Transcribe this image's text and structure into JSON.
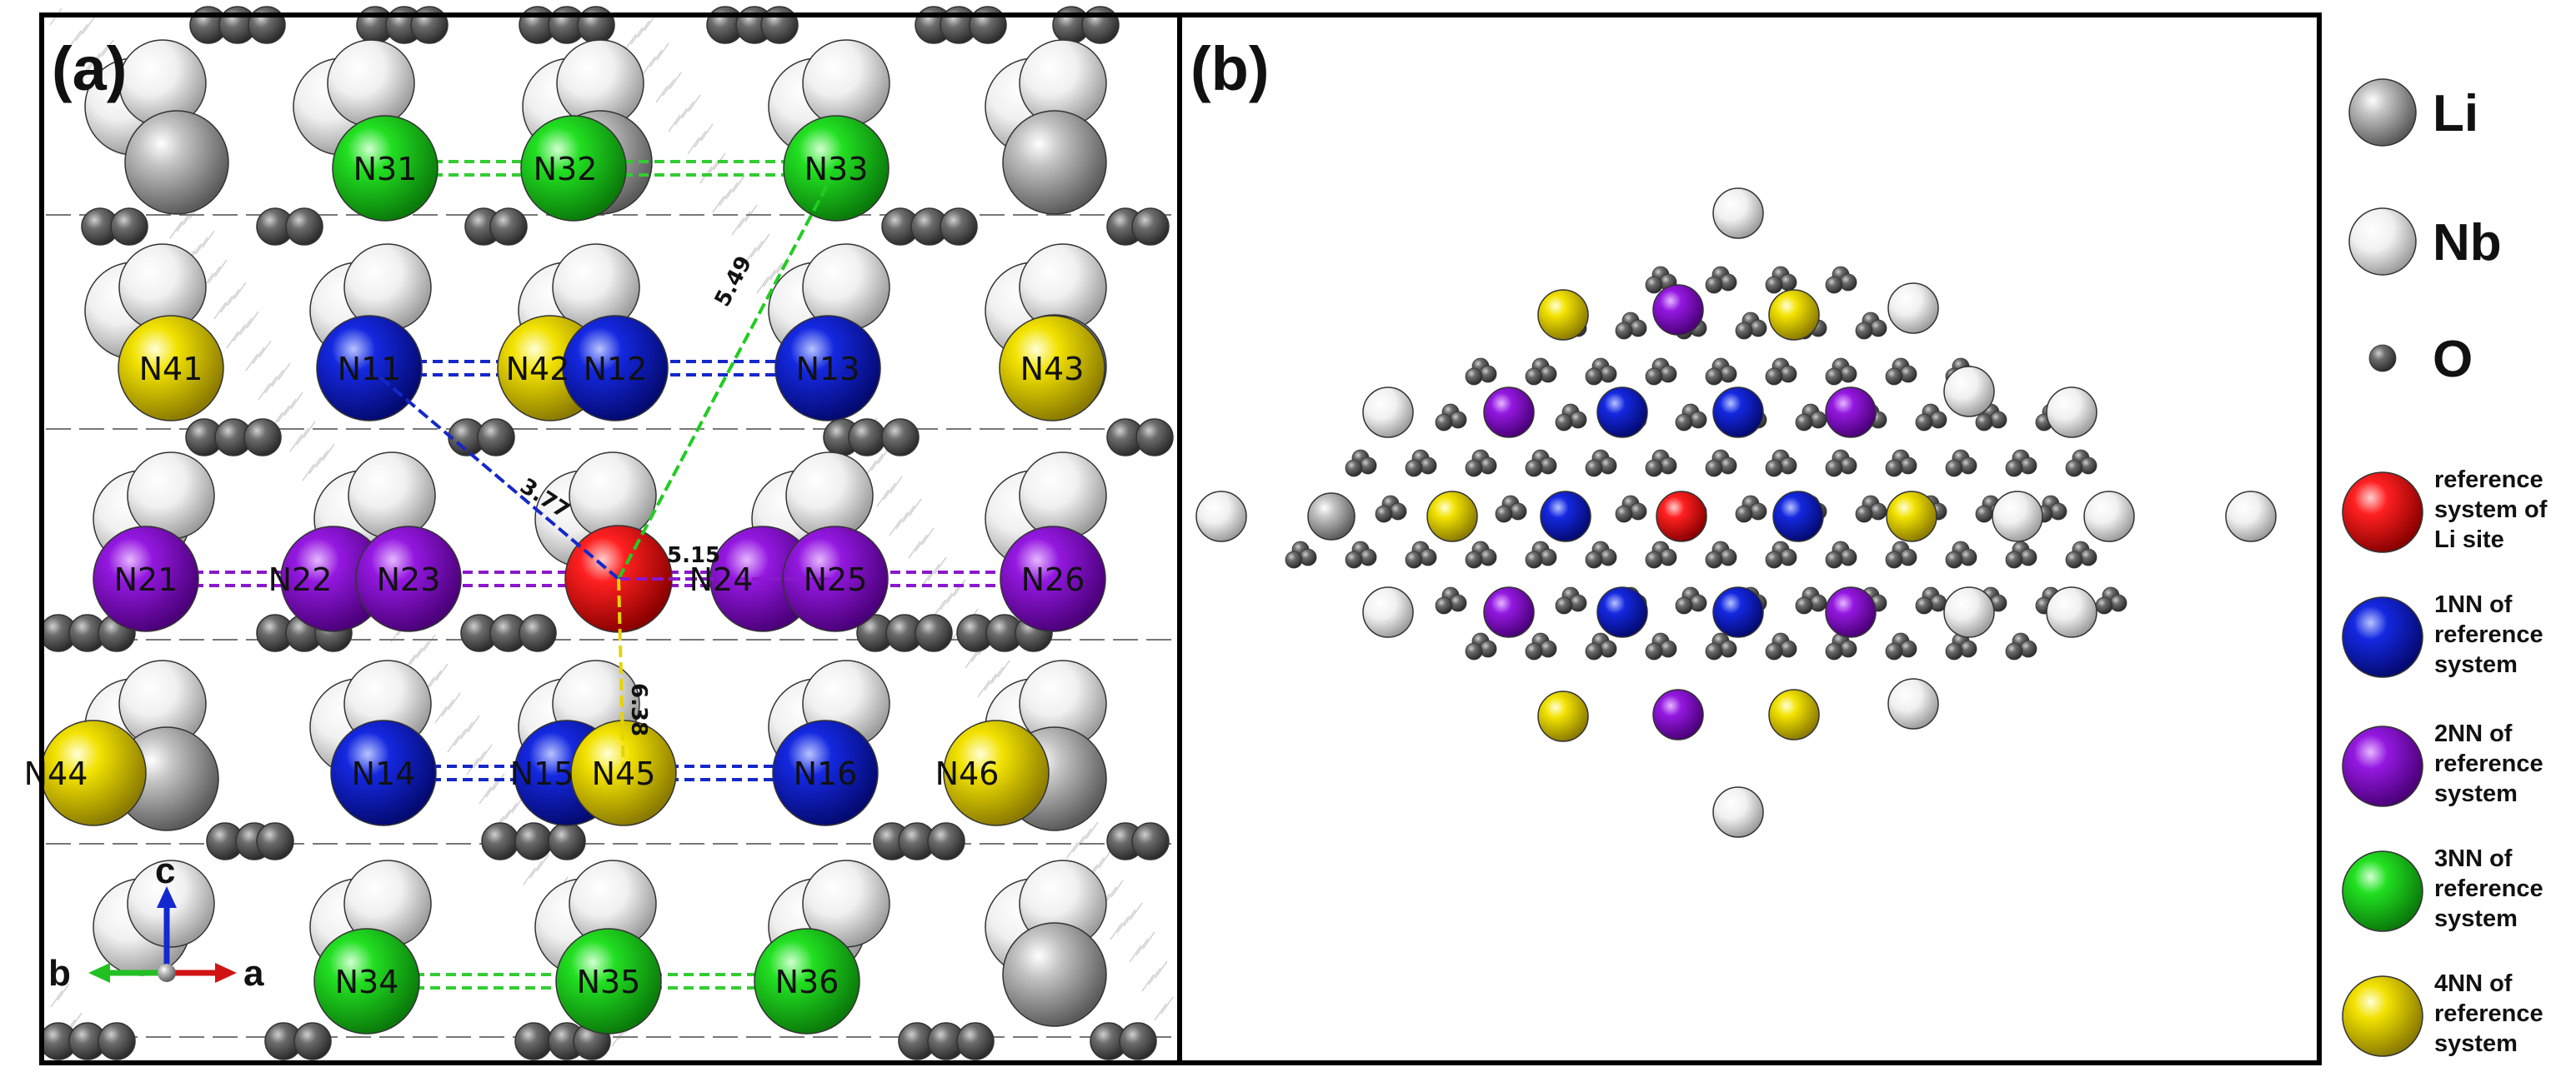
{
  "figure": {
    "panel_a": {
      "letter": "(a)",
      "sites": [
        {
          "label": "N31",
          "color": "green"
        },
        {
          "label": "N32",
          "color": "green"
        },
        {
          "label": "N33",
          "color": "green"
        },
        {
          "label": "N41",
          "color": "yellow"
        },
        {
          "label": "N11",
          "color": "blue"
        },
        {
          "label": "N42",
          "color": "yellow"
        },
        {
          "label": "N12",
          "color": "blue"
        },
        {
          "label": "N13",
          "color": "blue"
        },
        {
          "label": "N43",
          "color": "yellow"
        },
        {
          "label": "N21",
          "color": "purple"
        },
        {
          "label": "N22",
          "color": "purple"
        },
        {
          "label": "N23",
          "color": "purple"
        },
        {
          "label": "N24",
          "color": "purple"
        },
        {
          "label": "N25",
          "color": "purple"
        },
        {
          "label": "N26",
          "color": "purple"
        },
        {
          "label": "N44",
          "color": "yellow"
        },
        {
          "label": "N14",
          "color": "blue"
        },
        {
          "label": "N15",
          "color": "blue"
        },
        {
          "label": "N45",
          "color": "yellow"
        },
        {
          "label": "N16",
          "color": "blue"
        },
        {
          "label": "N46",
          "color": "yellow"
        },
        {
          "label": "N34",
          "color": "green"
        },
        {
          "label": "N35",
          "color": "green"
        },
        {
          "label": "N36",
          "color": "green"
        }
      ],
      "distances": [
        "3.77",
        "5.49",
        "5.15",
        "6.38"
      ],
      "axes": {
        "c": "c",
        "b": "b",
        "a": "a"
      }
    },
    "panel_b": {
      "letter": "(b)"
    },
    "legend": [
      {
        "symbol": "Li",
        "color": "li-gray",
        "lines": []
      },
      {
        "symbol": "Nb",
        "color": "nb-white",
        "lines": []
      },
      {
        "symbol": "O",
        "color": "o-gray",
        "lines": []
      },
      {
        "symbol": "",
        "color": "red",
        "lines": [
          "reference",
          "system of",
          "Li site"
        ]
      },
      {
        "symbol": "",
        "color": "blue",
        "lines": [
          "1NN of",
          "reference",
          "system"
        ]
      },
      {
        "symbol": "",
        "color": "purple",
        "lines": [
          "2NN of",
          "reference",
          "system"
        ]
      },
      {
        "symbol": "",
        "color": "green",
        "lines": [
          "3NN of",
          "reference",
          "system"
        ]
      },
      {
        "symbol": "",
        "color": "yellow",
        "lines": [
          "4NN of",
          "reference",
          "system"
        ]
      }
    ],
    "colors": {
      "red": "#e00000",
      "blue": "#0a18c8",
      "purple": "#8a12cc",
      "green": "#1fd21f",
      "yellow": "#e6d600",
      "li-gray": "#8c8c8c",
      "nb-white": "#f0f0f0",
      "o-gray": "#5a5a5a"
    }
  }
}
